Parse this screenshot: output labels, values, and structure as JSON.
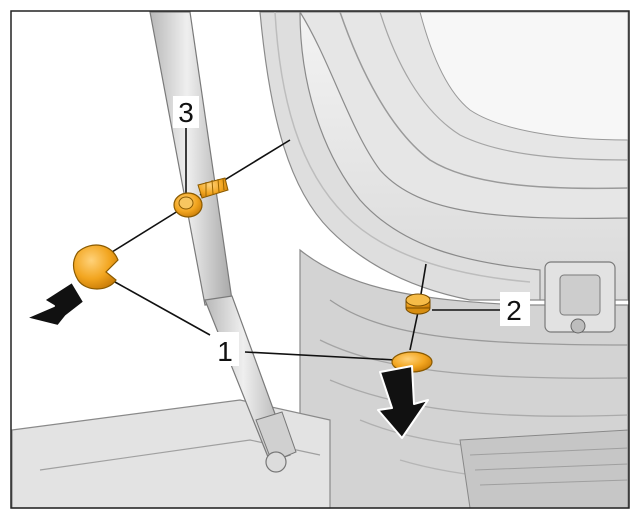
{
  "callouts": {
    "one": "1",
    "two": "2",
    "three": "3"
  },
  "colors": {
    "background": "#ffffff",
    "frame": "#222222",
    "metal_light": "#e9e9e9",
    "metal_mid": "#cfcfcf",
    "metal_dark": "#9a9a9a",
    "part_highlight": "#f2a51f",
    "arrow": "#111111"
  },
  "icons": {
    "removal_arrow_left": "arrow-down-left-icon",
    "removal_arrow_down": "arrow-down-icon"
  }
}
